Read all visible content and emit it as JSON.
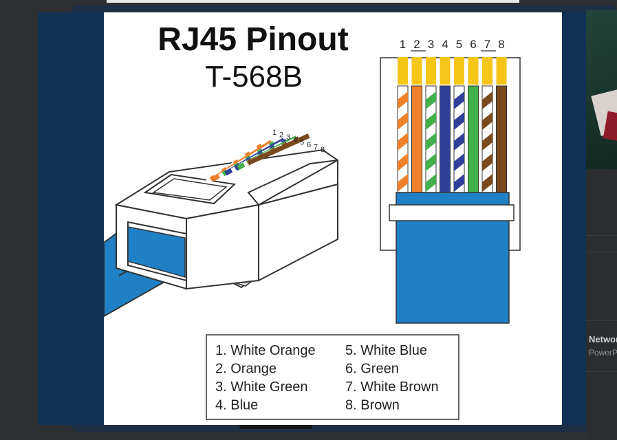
{
  "diagram": {
    "title": "RJ45 Pinout",
    "subtitle": "T-568B",
    "pin_numbers": [
      "1",
      "2",
      "3",
      "4",
      "5",
      "6",
      "7",
      "8"
    ],
    "legend_left": [
      "1. White Orange",
      "2. Orange",
      "3. White Green",
      "4. Blue"
    ],
    "legend_right": [
      "5. White Blue",
      "6. Green",
      "7. White Brown",
      "8. Brown"
    ],
    "wires": [
      {
        "pin": 1,
        "base": "#f0802a",
        "striped": true
      },
      {
        "pin": 2,
        "base": "#f0802a",
        "striped": false
      },
      {
        "pin": 3,
        "base": "#43b14b",
        "striped": true
      },
      {
        "pin": 4,
        "base": "#2f3f9a",
        "striped": false
      },
      {
        "pin": 5,
        "base": "#2f3f9a",
        "striped": true
      },
      {
        "pin": 6,
        "base": "#43b14b",
        "striped": false
      },
      {
        "pin": 7,
        "base": "#7a4a1f",
        "striped": true
      },
      {
        "pin": 8,
        "base": "#7a4a1f",
        "striped": false
      }
    ],
    "colors": {
      "gold": "#f5c518",
      "cable": "#1f80c6",
      "cable_side": "#1a6db0",
      "outline": "#3a3a3a"
    }
  },
  "background": {
    "list_title": "Network",
    "list_subtitle": "PowerPoint"
  }
}
